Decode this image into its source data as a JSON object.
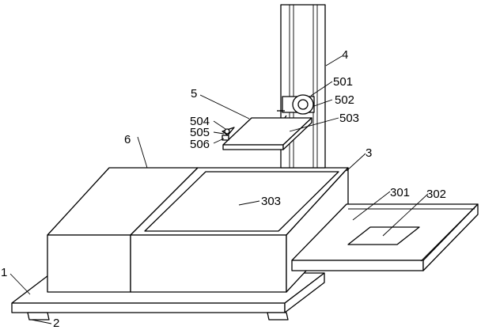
{
  "labels": {
    "base": "1",
    "foot": "2",
    "drawer_unit": "3",
    "column": "4",
    "support": "5",
    "housing": "6",
    "tray": "301",
    "tray_window": "302",
    "top_panel": "303",
    "knob": "501",
    "clamp": "502",
    "plate": "503",
    "part_504": "504",
    "part_505": "505",
    "part_506": "506"
  }
}
